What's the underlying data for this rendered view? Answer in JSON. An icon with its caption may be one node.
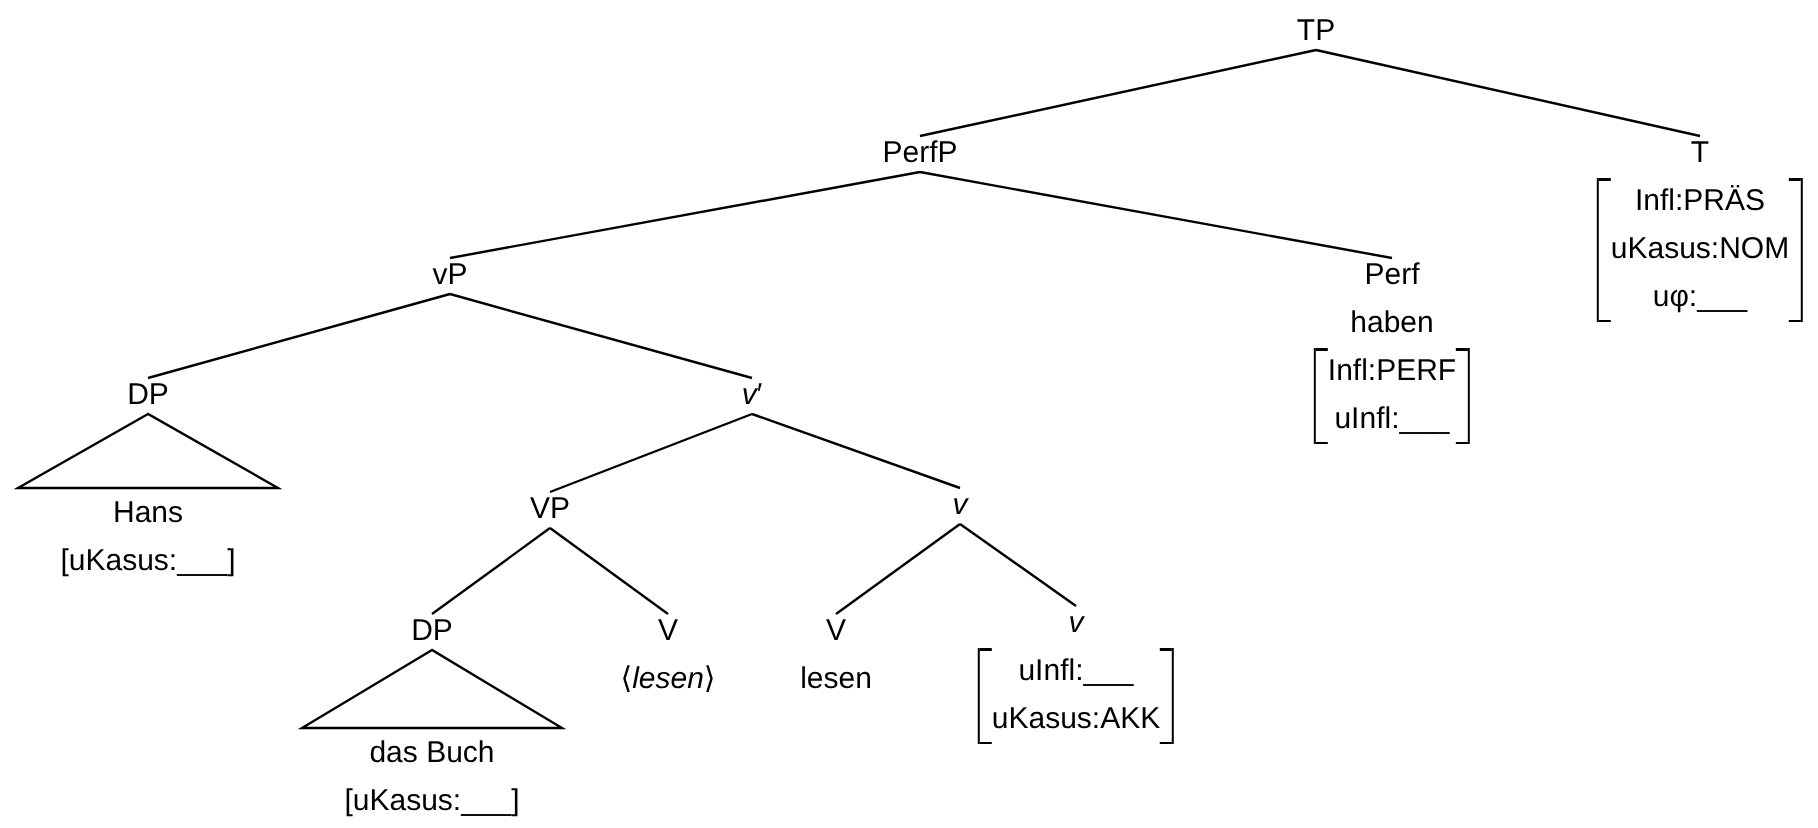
{
  "diagram": {
    "nodes": [
      {
        "text": [
          "TP"
        ]
      },
      {
        "text": [
          "PerfP"
        ]
      },
      {
        "text": [
          "T",
          "Infl:PRÄS",
          "uKasus:NOM",
          "uφ:___"
        ]
      },
      {
        "text": [
          "vP"
        ]
      },
      {
        "text": [
          "Perf",
          "haben",
          "Infl:PERF",
          "uInfl:___"
        ]
      },
      {
        "text": [
          "DP"
        ]
      },
      {
        "text": [
          "*v*′"
        ]
      },
      {
        "text": [
          "Hans",
          "[uKasus:___]"
        ]
      },
      {
        "text": [
          "VP"
        ]
      },
      {
        "text": [
          "v"
        ]
      },
      {
        "text": [
          "DP"
        ]
      },
      {
        "text": [
          "V",
          "⟨*lesen*⟩"
        ]
      },
      {
        "text": [
          "V",
          "lesen"
        ]
      },
      {
        "text": [
          "v",
          "uInfl:___",
          "uKasus:AKK"
        ]
      },
      {
        "text": [
          "das Buch",
          "[uKasus:___]"
        ]
      }
    ],
    "edges": [
      {
        "from": 0,
        "to": 1,
        "arrow": "none"
      },
      {
        "from": 0,
        "to": 2,
        "arrow": "none"
      },
      {
        "from": 1,
        "to": 3,
        "arrow": "none"
      },
      {
        "from": 1,
        "to": 4,
        "arrow": "none"
      },
      {
        "from": 3,
        "to": 5,
        "arrow": "none"
      },
      {
        "from": 3,
        "to": 6,
        "arrow": "none"
      },
      {
        "from": 5,
        "to": 7,
        "arrow": "none"
      },
      {
        "from": 6,
        "to": 8,
        "arrow": "none"
      },
      {
        "from": 6,
        "to": 9,
        "arrow": "none"
      },
      {
        "from": 8,
        "to": 10,
        "arrow": "none"
      },
      {
        "from": 8,
        "to": 11,
        "arrow": "none"
      },
      {
        "from": 9,
        "to": 12,
        "arrow": "none"
      },
      {
        "from": 9,
        "to": 13,
        "arrow": "none"
      },
      {
        "from": 10,
        "to": 14,
        "arrow": "none"
      }
    ]
  }
}
